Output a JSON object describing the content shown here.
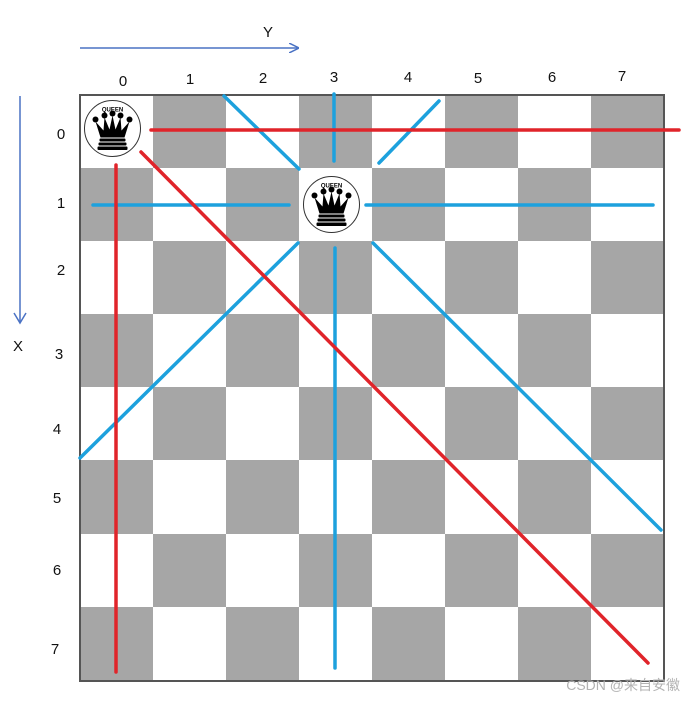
{
  "axes": {
    "y_label": "Y",
    "x_label": "X",
    "col_ticks": [
      "0",
      "1",
      "2",
      "3",
      "4",
      "5",
      "6",
      "7"
    ],
    "row_ticks": [
      "0",
      "1",
      "2",
      "3",
      "4",
      "5",
      "6",
      "7"
    ]
  },
  "board": {
    "size": 8,
    "dark_color": "#a6a6a6",
    "light_color": "#ffffff",
    "border_color": "#555555"
  },
  "queens": [
    {
      "row": 0,
      "col": 0,
      "label": "QUEEN"
    },
    {
      "row": 1,
      "col": 3,
      "label": "QUEEN"
    }
  ],
  "colors": {
    "queen_a_lines": "#e0242a",
    "queen_b_lines": "#1da1dd",
    "axis_arrow": "#4a72c4"
  },
  "watermark": "CSDN @来自安徽"
}
